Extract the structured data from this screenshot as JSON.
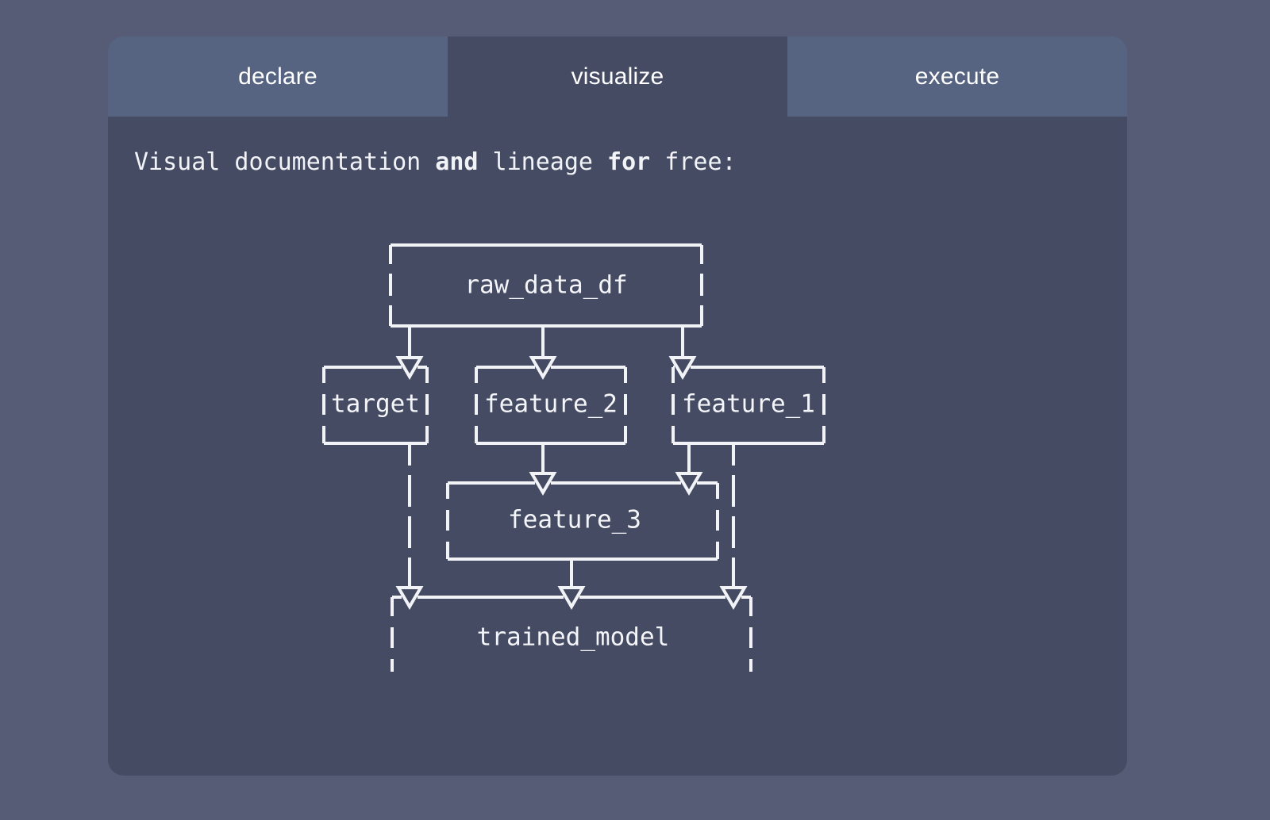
{
  "page": {
    "background_color": "#565c75",
    "panel_color": "#454b63",
    "tab_inactive_color": "#566481",
    "line_color": "#f2f3f7"
  },
  "tabs": [
    {
      "id": "declare",
      "label": "declare",
      "active": false
    },
    {
      "id": "visualize",
      "label": "visualize",
      "active": true
    },
    {
      "id": "execute",
      "label": "execute",
      "active": false
    }
  ],
  "content": {
    "caption_part1": "Visual documentation ",
    "caption_bold1": "and",
    "caption_part2": " lineage ",
    "caption_bold2": "for",
    "caption_part3": " free:"
  },
  "diagram": {
    "type": "ascii-dag",
    "nodes": [
      {
        "id": "raw_data_df",
        "label": "raw_data_df"
      },
      {
        "id": "target",
        "label": "target"
      },
      {
        "id": "feature_2",
        "label": "feature_2"
      },
      {
        "id": "feature_1",
        "label": "feature_1"
      },
      {
        "id": "feature_3",
        "label": "feature_3"
      },
      {
        "id": "trained_model",
        "label": "trained_model"
      }
    ],
    "edges": [
      {
        "from": "raw_data_df",
        "to": "target"
      },
      {
        "from": "raw_data_df",
        "to": "feature_2"
      },
      {
        "from": "raw_data_df",
        "to": "feature_1"
      },
      {
        "from": "feature_2",
        "to": "feature_3"
      },
      {
        "from": "feature_1",
        "to": "feature_3"
      },
      {
        "from": "target",
        "to": "trained_model"
      },
      {
        "from": "feature_3",
        "to": "trained_model"
      },
      {
        "from": "feature_1",
        "to": "trained_model"
      }
    ]
  }
}
